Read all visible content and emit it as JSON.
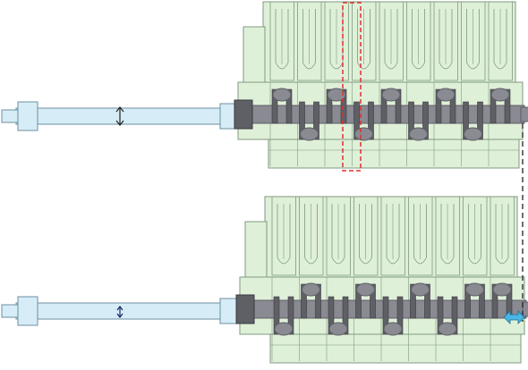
{
  "colors": {
    "engine_fill": "#dff0d8",
    "engine_stroke": "#7f9a7f",
    "shaft_fill": "#d6ecf6",
    "shaft_stroke": "#6d8fa3",
    "crank_dark": "#5f5f66",
    "crank_mid": "#8a8a92",
    "highlight_box": "#e0302c",
    "dashed_line": "#222222",
    "arrow_cyan": "#49b6e3"
  },
  "icons": {
    "shaft_diameter_arrow": "double-headed-vertical-arrow",
    "axial_shift_arrow": "double-headed-horizontal-arrow"
  },
  "diagram": {
    "views": [
      "reference",
      "displaced"
    ],
    "cylinder_count": 9
  }
}
